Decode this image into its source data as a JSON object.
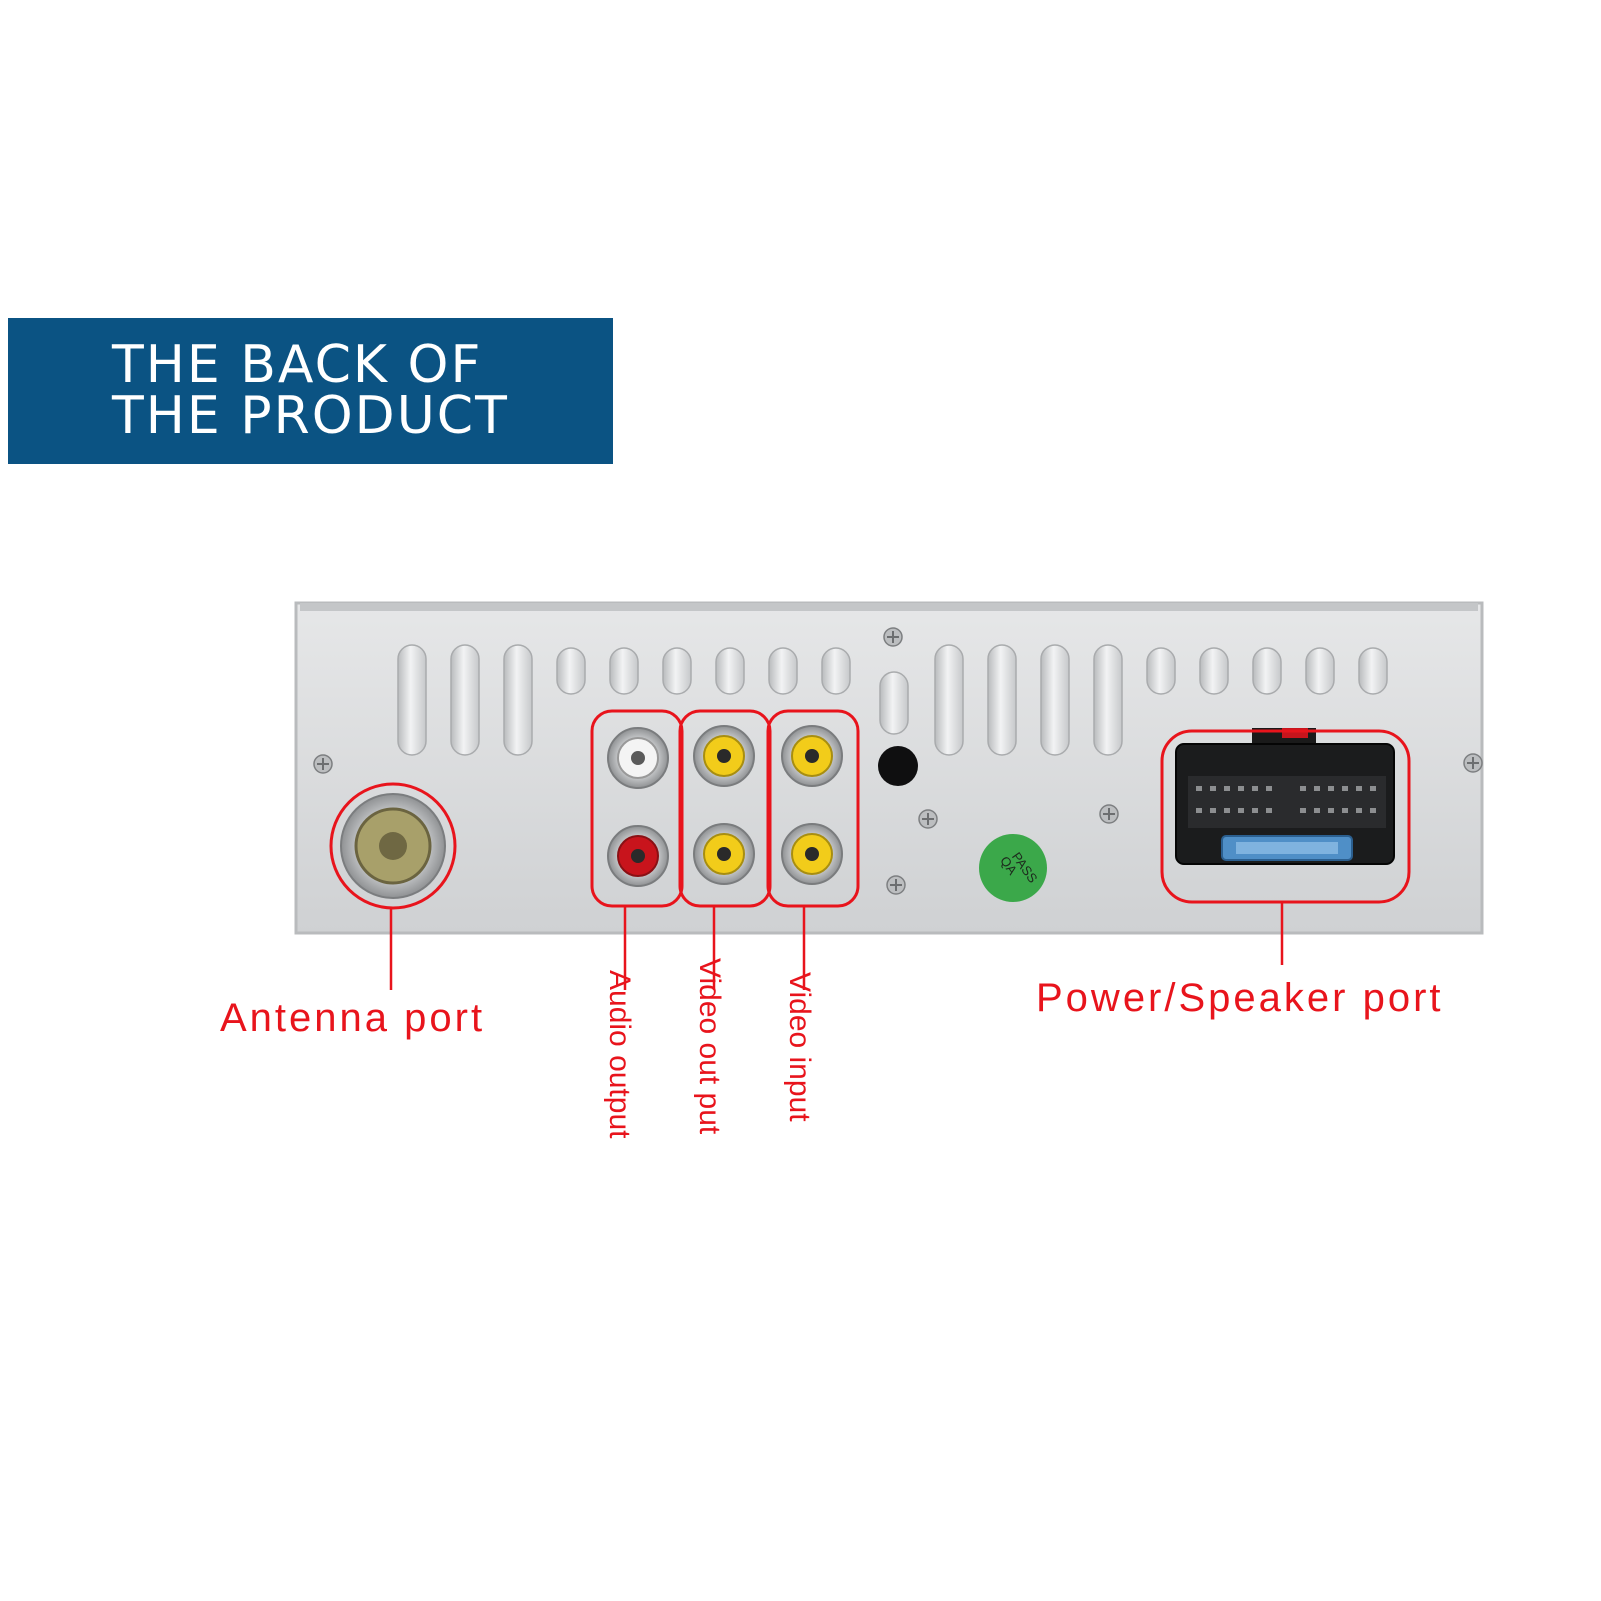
{
  "banner": {
    "line1": "THE BACK OF",
    "line2": "THE PRODUCT"
  },
  "labels": {
    "antenna": "Antenna port",
    "audio_output": "Audio output",
    "video_output": "Video out put",
    "video_input": "Video input",
    "power_speaker": "Power/Speaker  port"
  },
  "badge": {
    "text_top": "QA",
    "text_bottom": "PASS"
  },
  "colors": {
    "banner": "#0b5383",
    "callout": "#e8141c",
    "panel": "#d9dadb",
    "rca_yellow": "#f2cc1a",
    "rca_red": "#c8141c",
    "rca_white": "#f4f4f4",
    "badge_green": "#3ba84a"
  }
}
